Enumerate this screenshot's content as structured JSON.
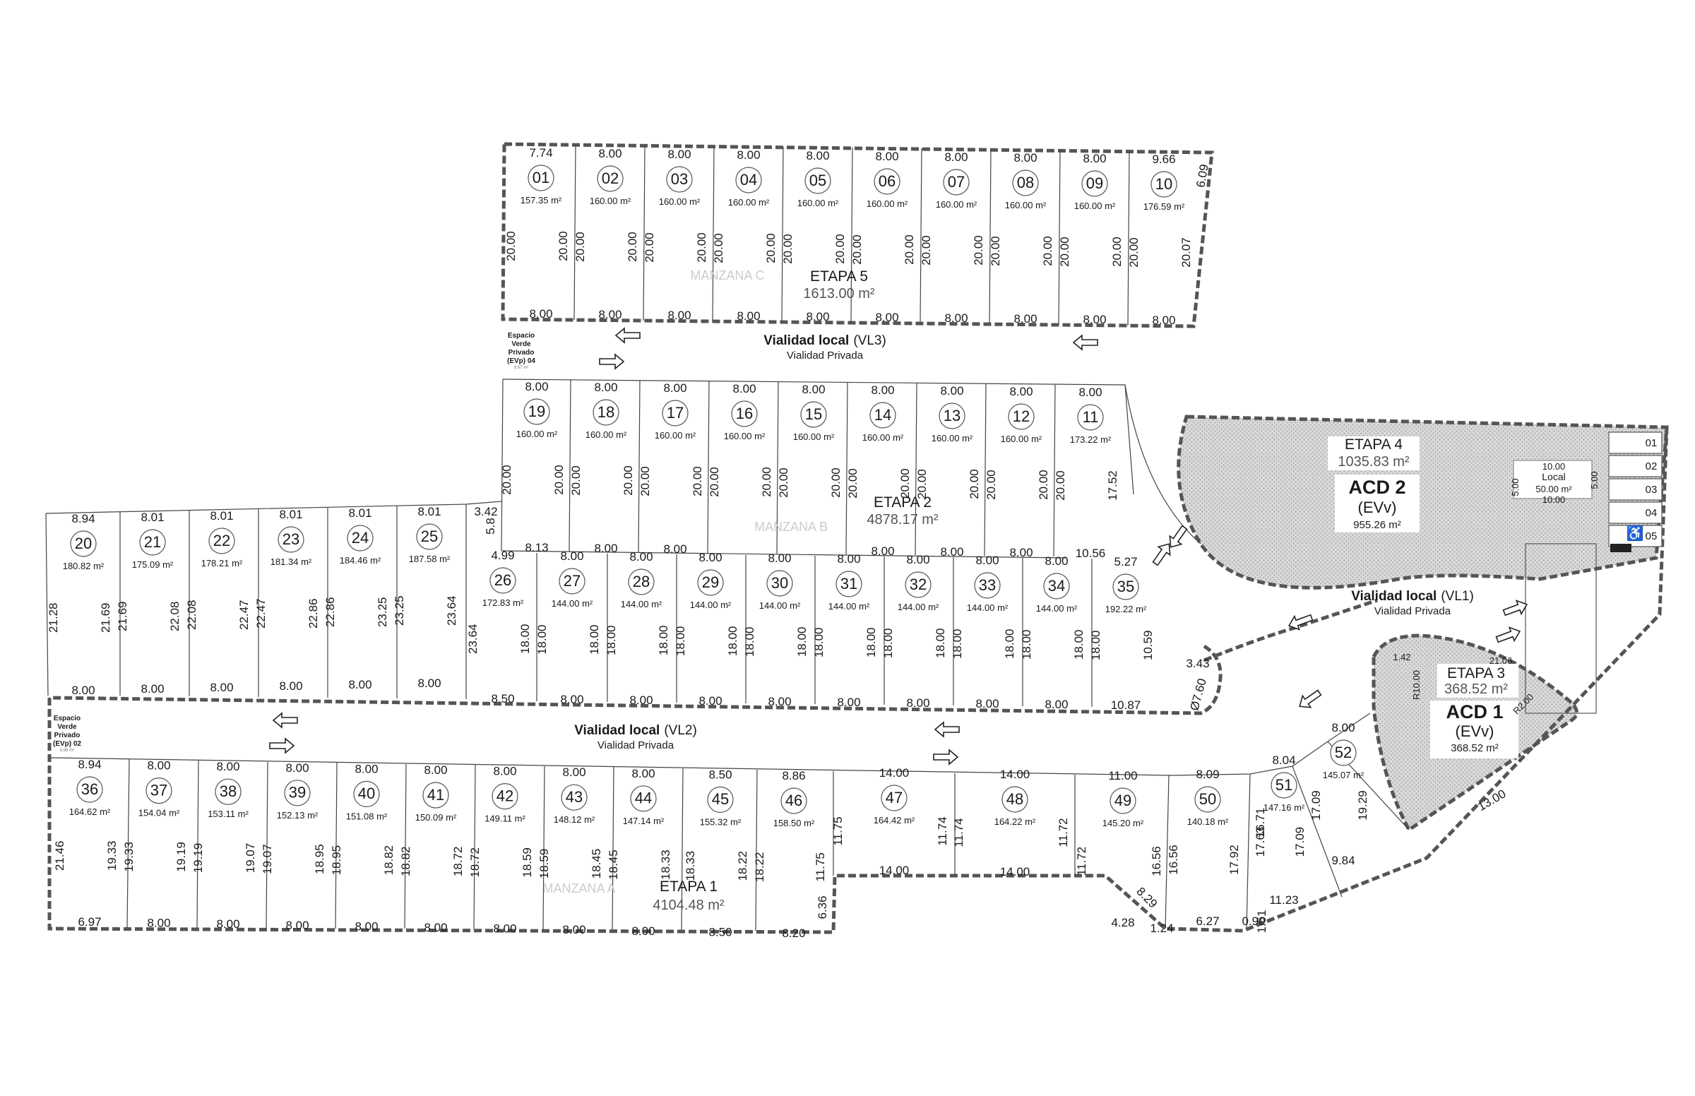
{
  "stages": [
    {
      "label": "ETAPA 5",
      "area": "1613.00 m²"
    },
    {
      "label": "ETAPA 2",
      "area": "4878.17 m²"
    },
    {
      "label": "ETAPA 4",
      "area": "1035.83 m²"
    },
    {
      "label": "ETAPA 3",
      "area": "368.52 m²"
    },
    {
      "label": "ETAPA 1",
      "area": "4104.48 m²"
    }
  ],
  "manzanas": [
    "MANZANA C",
    "MANZANA B",
    "MANZANA A"
  ],
  "roads": [
    {
      "name": "Vialidad local",
      "code": "(VL3)",
      "type": "Vialidad Privada"
    },
    {
      "name": "Vialidad local",
      "code": "(VL2)",
      "type": "Vialidad Privada"
    },
    {
      "name": "Vialidad local",
      "code": "(VL1)",
      "type": "Vialidad Privada"
    }
  ],
  "green_areas": [
    {
      "label": "ACD 2",
      "use": "(EVv)",
      "area": "955.26 m²"
    },
    {
      "label": "ACD 1",
      "use": "(EVv)",
      "area": "368.52 m²"
    }
  ],
  "private_green": [
    {
      "l1": "Espacio",
      "l2": "Verde",
      "l3": "Privado",
      "l4": "(EVp) 04",
      "area": "8.67 m²"
    },
    {
      "l1": "Espacio",
      "l2": "Verde",
      "l3": "Privado",
      "l4": "(EVp) 02",
      "area": "8.68 m²"
    }
  ],
  "local": {
    "label": "Local",
    "area": "50.00 m²",
    "w": "10.00",
    "h": "5.00",
    "slots": [
      "01",
      "02",
      "03",
      "04",
      "05"
    ]
  },
  "lots": [
    {
      "n": "01",
      "a": "157.35 m²",
      "f": "7.74",
      "b": "8.00",
      "l": "20.00",
      "r": "20.00"
    },
    {
      "n": "02",
      "a": "160.00 m²",
      "f": "8.00",
      "b": "8.00",
      "l": "20.00",
      "r": "20.00"
    },
    {
      "n": "03",
      "a": "160.00 m²",
      "f": "8.00",
      "b": "8.00",
      "l": "20.00",
      "r": "20.00"
    },
    {
      "n": "04",
      "a": "160.00 m²",
      "f": "8.00",
      "b": "8.00",
      "l": "20.00",
      "r": "20.00"
    },
    {
      "n": "05",
      "a": "160.00 m²",
      "f": "8.00",
      "b": "8.00",
      "l": "20.00",
      "r": "20.00"
    },
    {
      "n": "06",
      "a": "160.00 m²",
      "f": "8.00",
      "b": "8.00",
      "l": "20.00",
      "r": "20.00"
    },
    {
      "n": "07",
      "a": "160.00 m²",
      "f": "8.00",
      "b": "8.00",
      "l": "20.00",
      "r": "20.00"
    },
    {
      "n": "08",
      "a": "160.00 m²",
      "f": "8.00",
      "b": "8.00",
      "l": "20.00",
      "r": "20.00"
    },
    {
      "n": "09",
      "a": "160.00 m²",
      "f": "8.00",
      "b": "8.00",
      "l": "20.00",
      "r": "20.00"
    },
    {
      "n": "10",
      "a": "176.59 m²",
      "f": "9.66",
      "b": "8.00",
      "l": "20.00",
      "r": "20.07"
    },
    {
      "n": "19",
      "a": "160.00 m²",
      "f": "8.00",
      "b": "8.13",
      "l": "20.00",
      "r": "20.00"
    },
    {
      "n": "18",
      "a": "160.00 m²",
      "f": "8.00",
      "b": "8.00",
      "l": "20.00",
      "r": "20.00"
    },
    {
      "n": "17",
      "a": "160.00 m²",
      "f": "8.00",
      "b": "8.00",
      "l": "20.00",
      "r": "20.00"
    },
    {
      "n": "16",
      "a": "160.00 m²",
      "f": "8.00",
      "b": "",
      "l": "20.00",
      "r": "20.00"
    },
    {
      "n": "15",
      "a": "160.00 m²",
      "f": "8.00",
      "b": "",
      "l": "20.00",
      "r": "20.00"
    },
    {
      "n": "14",
      "a": "160.00 m²",
      "f": "8.00",
      "b": "8.00",
      "l": "20.00",
      "r": "20.00"
    },
    {
      "n": "13",
      "a": "160.00 m²",
      "f": "8.00",
      "b": "8.00",
      "l": "20.00",
      "r": "20.00"
    },
    {
      "n": "12",
      "a": "160.00 m²",
      "f": "8.00",
      "b": "8.00",
      "l": "20.00",
      "r": "20.00"
    },
    {
      "n": "11",
      "a": "173.22 m²",
      "f": "8.00",
      "b": "10.56",
      "l": "20.00",
      "r": "17.52"
    },
    {
      "n": "20",
      "a": "180.82 m²",
      "f": "8.94",
      "b": "8.00",
      "l": "21.28",
      "r": "21.69"
    },
    {
      "n": "21",
      "a": "175.09 m²",
      "f": "8.01",
      "b": "8.00",
      "l": "21.69",
      "r": "22.08"
    },
    {
      "n": "22",
      "a": "178.21 m²",
      "f": "8.01",
      "b": "8.00",
      "l": "22.08",
      "r": "22.47"
    },
    {
      "n": "23",
      "a": "181.34 m²",
      "f": "8.01",
      "b": "8.00",
      "l": "22.47",
      "r": "22.86"
    },
    {
      "n": "24",
      "a": "184.46 m²",
      "f": "8.01",
      "b": "8.00",
      "l": "22.86",
      "r": "23.25"
    },
    {
      "n": "25",
      "a": "187.58 m²",
      "f": "8.01",
      "b": "8.00",
      "l": "23.25",
      "r": "23.64"
    },
    {
      "n": "26",
      "a": "172.83 m²",
      "f": "4.99",
      "b": "8.50",
      "l": "23.64",
      "r": "18.00"
    },
    {
      "n": "27",
      "a": "144.00 m²",
      "f": "8.00",
      "b": "8.00",
      "l": "18.00",
      "r": "18.00"
    },
    {
      "n": "28",
      "a": "144.00 m²",
      "f": "8.00",
      "b": "8.00",
      "l": "18.00",
      "r": "18.00"
    },
    {
      "n": "29",
      "a": "144.00 m²",
      "f": "8.00",
      "b": "8.00",
      "l": "18.00",
      "r": "18.00"
    },
    {
      "n": "30",
      "a": "144.00 m²",
      "f": "8.00",
      "b": "8.00",
      "l": "18.00",
      "r": "18.00"
    },
    {
      "n": "31",
      "a": "144.00 m²",
      "f": "8.00",
      "b": "8.00",
      "l": "18.00",
      "r": "18.00"
    },
    {
      "n": "32",
      "a": "144.00 m²",
      "f": "8.00",
      "b": "8.00",
      "l": "18.00",
      "r": "18.00"
    },
    {
      "n": "33",
      "a": "144.00 m²",
      "f": "8.00",
      "b": "8.00",
      "l": "18.00",
      "r": "18.00"
    },
    {
      "n": "34",
      "a": "144.00 m²",
      "f": "8.00",
      "b": "8.00",
      "l": "18.00",
      "r": "18.00"
    },
    {
      "n": "35",
      "a": "192.22 m²",
      "f": "5.27",
      "b": "10.87",
      "l": "18.00",
      "r": "10.59"
    },
    {
      "n": "36",
      "a": "164.62 m²",
      "f": "8.94",
      "b": "6.97",
      "l": "21.46",
      "r": "19.33"
    },
    {
      "n": "37",
      "a": "154.04 m²",
      "f": "8.00",
      "b": "8.00",
      "l": "19.33",
      "r": "19.19"
    },
    {
      "n": "38",
      "a": "153.11 m²",
      "f": "8.00",
      "b": "8.00",
      "l": "19.19",
      "r": "19.07"
    },
    {
      "n": "39",
      "a": "152.13 m²",
      "f": "8.00",
      "b": "8.00",
      "l": "19.07",
      "r": "18.95"
    },
    {
      "n": "40",
      "a": "151.08 m²",
      "f": "8.00",
      "b": "8.00",
      "l": "18.95",
      "r": "18.82"
    },
    {
      "n": "41",
      "a": "150.09 m²",
      "f": "8.00",
      "b": "8.00",
      "l": "18.82",
      "r": "18.72"
    },
    {
      "n": "42",
      "a": "149.11 m²",
      "f": "8.00",
      "b": "8.00",
      "l": "18.72",
      "r": "18.59"
    },
    {
      "n": "43",
      "a": "148.12 m²",
      "f": "8.00",
      "b": "8.00",
      "l": "18.59",
      "r": "18.45"
    },
    {
      "n": "44",
      "a": "147.14 m²",
      "f": "8.00",
      "b": "8.00",
      "l": "18.45",
      "r": "18.33"
    },
    {
      "n": "45",
      "a": "155.32 m²",
      "f": "8.50",
      "b": "8.50",
      "l": "18.33",
      "r": "18.22"
    },
    {
      "n": "46",
      "a": "158.50 m²",
      "f": "8.86",
      "b": "8.20",
      "l": "18.22",
      "r": "11.75"
    },
    {
      "n": "47",
      "a": "164.42 m²",
      "f": "14.00",
      "b": "14.00",
      "l": "11.75",
      "r": "11.74"
    },
    {
      "n": "48",
      "a": "164.22 m²",
      "f": "14.00",
      "b": "14.00",
      "l": "11.74",
      "r": "11.72"
    },
    {
      "n": "49",
      "a": "145.20 m²",
      "f": "11.00",
      "b": "4.28",
      "l": "11.72",
      "r": "16.56"
    },
    {
      "n": "50",
      "a": "140.18 m²",
      "f": "8.09",
      "b": "6.27",
      "l": "16.56",
      "r": "17.92"
    },
    {
      "n": "51",
      "a": "147.16 m²",
      "f": "8.04",
      "b": "11.23",
      "l": "17.63",
      "r": "17.09"
    },
    {
      "n": "52",
      "a": "145.07 m²",
      "f": "8.00",
      "b": "9.84",
      "l": "17.09",
      "r": "19.29"
    }
  ],
  "extra_dims": [
    "6.09",
    "3.42",
    "5.8",
    "3.43",
    "Ø7.60",
    "6.36",
    "8.29",
    "1.24",
    "0.90",
    "1.51",
    "16.71",
    "13.00",
    "R10.00",
    "R2.00",
    "21.06",
    "1.42"
  ]
}
